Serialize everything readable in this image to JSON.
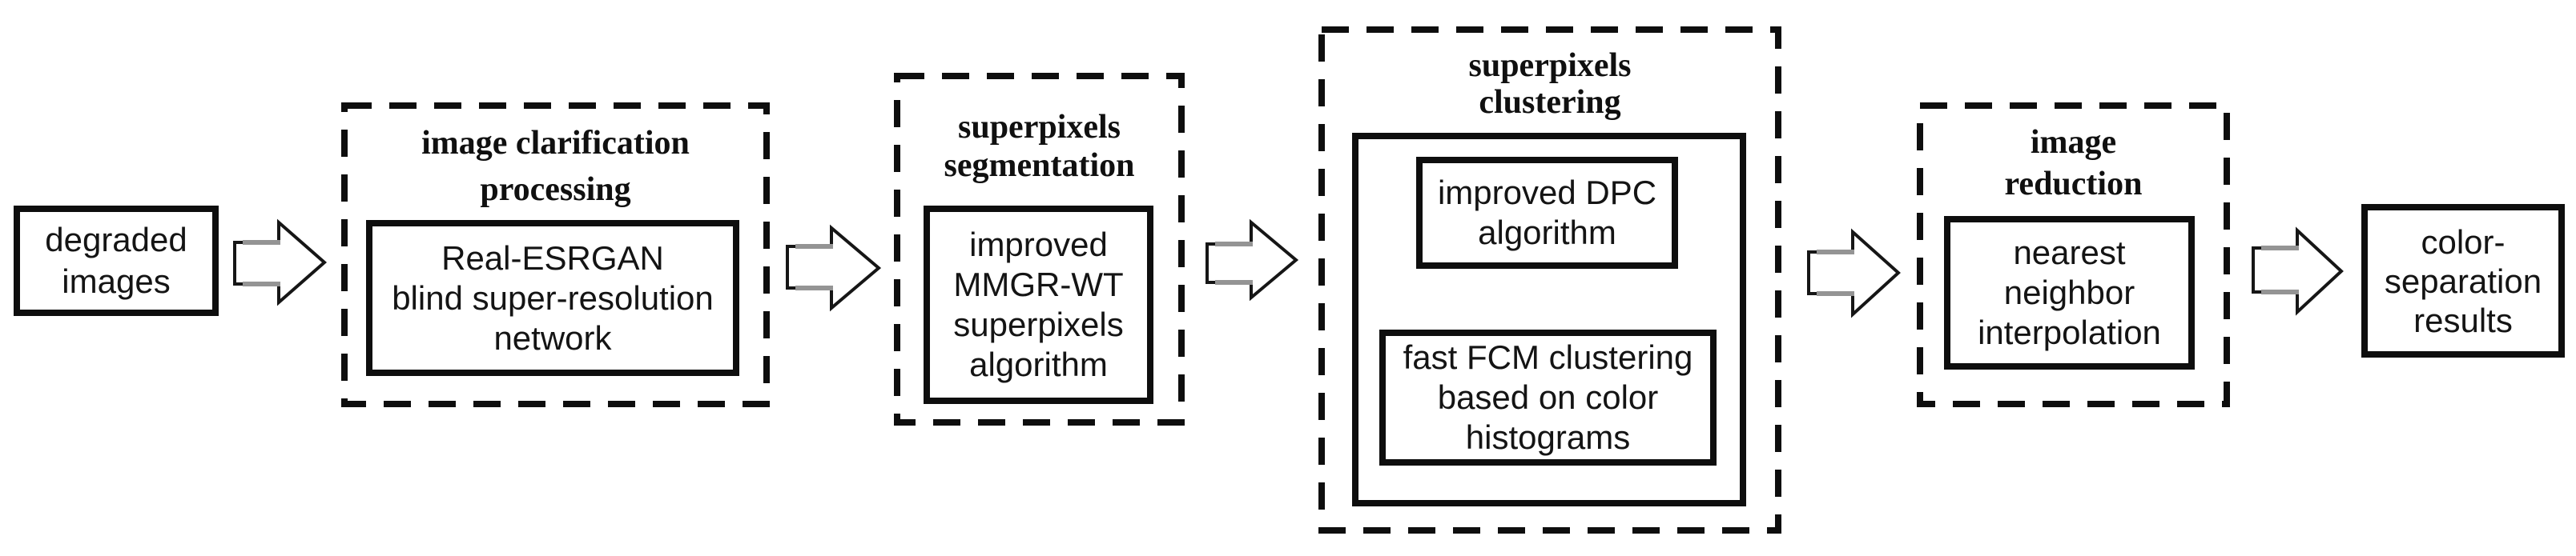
{
  "figure": {
    "background_color": "#ffffff",
    "line_color": "#0e0e0e",
    "arrow_shadow_color": "#949494",
    "text_color": "#141414",
    "nodes": {
      "input": {
        "label": "degraded\nimages"
      },
      "clarification": {
        "title": "image clarification\nprocessing",
        "box": "Real-ESRGAN\nblind super-resolution\nnetwork"
      },
      "segmentation": {
        "title": "superpixels\nsegmentation",
        "box": "improved\nMMGR-WT\nsuperpixels\nalgorithm"
      },
      "clustering": {
        "title": "superpixels\nclustering",
        "box_dpc": "improved DPC\nalgorithm",
        "box_fcm": "fast FCM clustering\nbased on color\nhistograms"
      },
      "reduction": {
        "title": "image\nreduction",
        "box": "nearest\nneighbor\ninterpolation"
      },
      "output": {
        "label": "color-\nseparation\nresults"
      }
    }
  }
}
